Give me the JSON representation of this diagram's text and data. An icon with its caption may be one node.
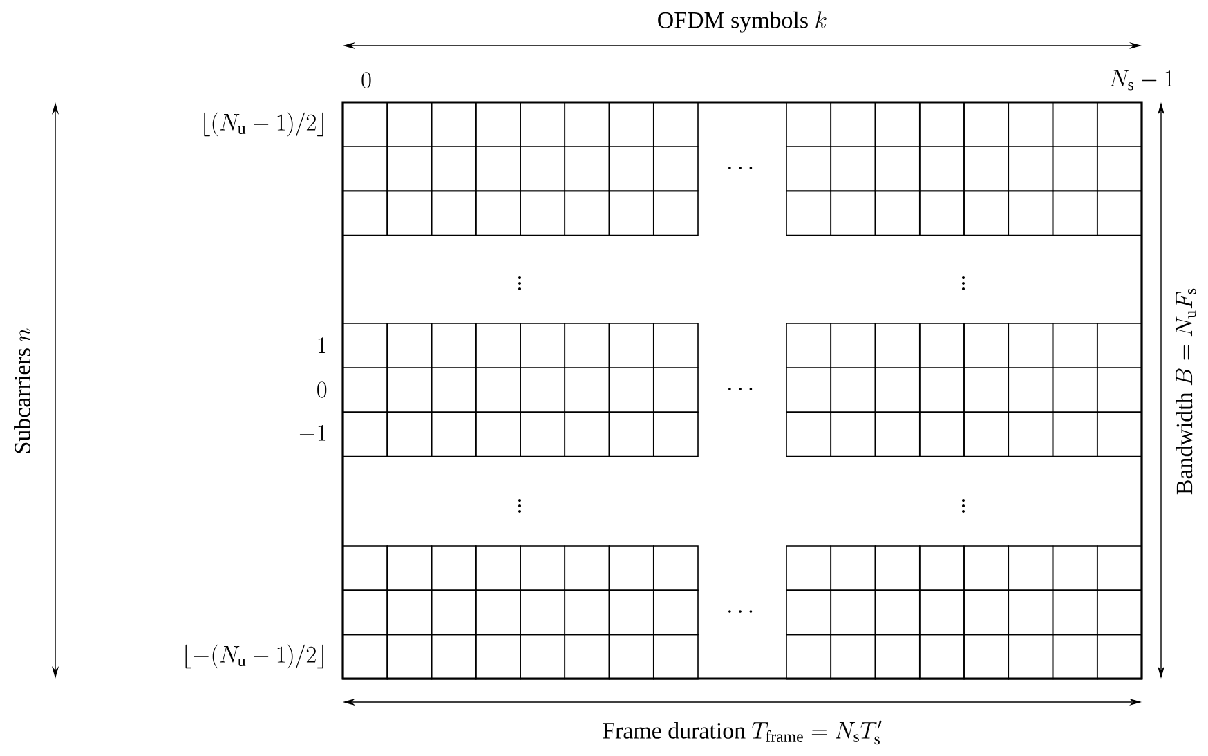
{
  "diagram": {
    "labels": [
      "\\text{OFDM symbols } k",
      "0",
      "N_\\mathrm{s}-1",
      "\\lfloor (N_\\mathrm{u}-1)/2 \\rfloor",
      "\\cdots",
      "\\vdots",
      "\\vdots",
      "\\text{Subcarriers } n",
      "\\text{Bandwidth } B = N_\\mathrm{u}F_\\mathrm{s}",
      "1",
      "0",
      "\\cdots",
      "-1",
      "\\vdots",
      "\\vdots",
      "\\cdots",
      "\\lfloor -(N_\\mathrm{u}-1)/2 \\rfloor",
      "\\text{Frame duration } T_\\mathrm{frame} = N_\\mathrm{s}T'_\\mathrm{s}"
    ]
  }
}
